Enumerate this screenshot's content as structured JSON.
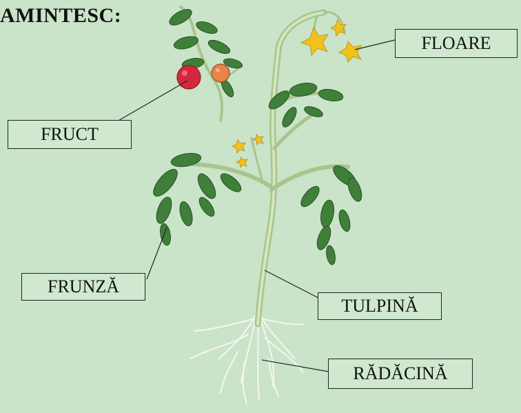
{
  "heading": "AMINTESC:",
  "labels": {
    "floare": "FLOARE",
    "fruct": "FRUCT",
    "frunza": "FRUNZĂ",
    "tulpina": "TULPINĂ",
    "radacina": "RĂDĂCINĂ"
  },
  "colors": {
    "background": "#c9e4c9",
    "leaf": "#3f7f3a",
    "leaf_dark": "#2e5f2b",
    "stem": "#b6cf9a",
    "root": "#f2f2ec",
    "flower": "#f2c21a",
    "fruit_red": "#d6283c",
    "fruit_orange": "#e8834a"
  }
}
